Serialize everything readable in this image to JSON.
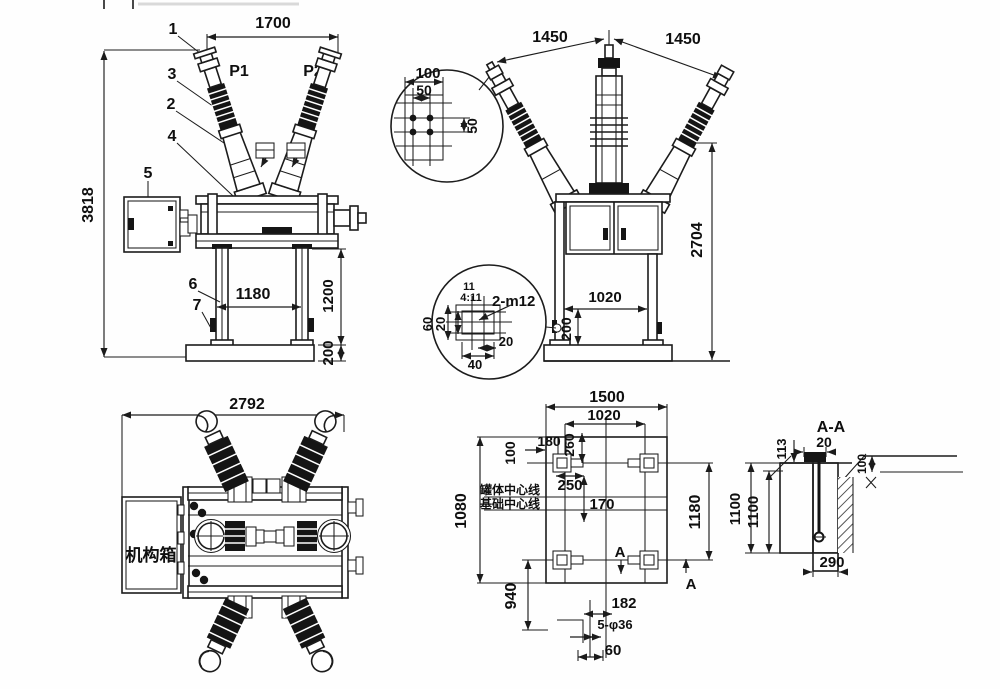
{
  "side_view": {
    "dim_top_width": "1700",
    "dim_total_height": "3818",
    "dim_leg_span": "1180",
    "dim_leg_height": "1200",
    "dim_base_height": "200",
    "callout_1": "1",
    "callout_2": "2",
    "callout_3": "3",
    "callout_4": "4",
    "callout_5": "5",
    "callout_6": "6",
    "callout_7": "7",
    "pole_left": "P1",
    "pole_right": "P2"
  },
  "front_view": {
    "dim_phase_left": "1450",
    "dim_phase_right": "1450",
    "dim_height": "2704",
    "dim_leg_span": "1020",
    "dim_base_height": "200"
  },
  "terminal_pad_detail": {
    "dim_pad_width": "100",
    "dim_hole_pitch_h": "50",
    "dim_hole_pitch_v": "50"
  },
  "anchor_bolt_detail": {
    "note_upper": "11",
    "note_lower": "4:11",
    "hole_label": "2-m12",
    "dim_60": "60",
    "dim_20_vert": "20",
    "dim_20_horiz": "20",
    "dim_40": "40"
  },
  "top_view": {
    "dim_overall_width": "2792",
    "mechanism_box_label": "机构箱"
  },
  "foundation_plan": {
    "dim_1500": "1500",
    "dim_1020": "1020",
    "dim_1080": "1080",
    "dim_1180": "1180",
    "dim_940": "940",
    "dim_100": "100",
    "dim_180": "180",
    "dim_260": "260",
    "dim_250": "250",
    "dim_170": "170",
    "dim_182": "182",
    "dim_60": "60",
    "anchor_note": "5-φ36",
    "section_label_top": "A",
    "section_label_bottom": "A",
    "tank_centerline_label": "罐体中心线",
    "foundation_centerline_label": "基础中心线"
  },
  "section_aa": {
    "title": "A-A",
    "dim_113": "113",
    "dim_20": "20",
    "dim_100": "100",
    "dim_depth_outer": "1100",
    "dim_depth_inner": "1100",
    "dim_pier_width": "290"
  }
}
